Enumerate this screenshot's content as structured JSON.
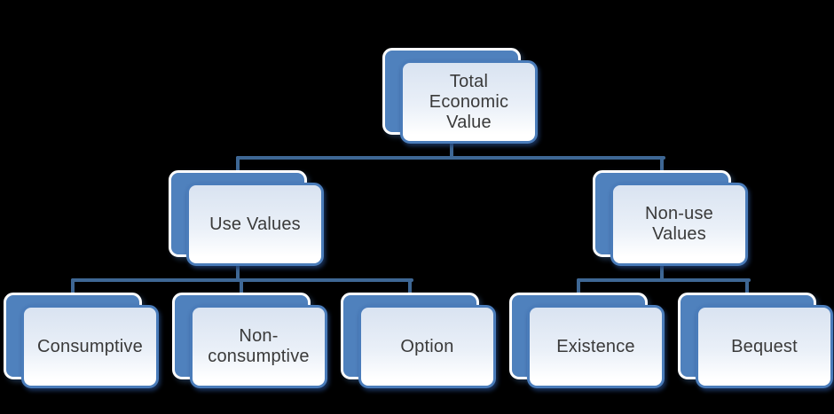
{
  "diagram": {
    "type": "hierarchy",
    "background": "#000000",
    "colors": {
      "node_back_fill": "#4f81bd",
      "node_back_border": "#ffffff",
      "node_front_border": "#4a7cba",
      "node_front_fill_top": "#d9e3f1",
      "node_front_fill_mid": "#eaf0f8",
      "node_front_fill_bottom": "#ffffff",
      "connector": "#3e6794",
      "text": "#3a3a3a"
    },
    "nodes": {
      "total_economic_value": {
        "label": "Total Economic Value",
        "lines": [
          "Total",
          "Economic",
          "Value"
        ]
      },
      "use_values": {
        "label": "Use Values",
        "lines": [
          "Use Values"
        ]
      },
      "non_use_values": {
        "label": "Non-use Values",
        "lines": [
          "Non-use",
          "Values"
        ]
      },
      "consumptive": {
        "label": "Consumptive",
        "lines": [
          "Consumptive"
        ]
      },
      "non_consumptive": {
        "label": "Non-consumptive",
        "lines": [
          "Non-",
          "consumptive"
        ]
      },
      "option": {
        "label": "Option",
        "lines": [
          "Option"
        ]
      },
      "existence": {
        "label": "Existence",
        "lines": [
          "Existence"
        ]
      },
      "bequest": {
        "label": "Bequest",
        "lines": [
          "Bequest"
        ]
      }
    },
    "edges": [
      {
        "from": "total_economic_value",
        "to": "use_values"
      },
      {
        "from": "total_economic_value",
        "to": "non_use_values"
      },
      {
        "from": "use_values",
        "to": "consumptive"
      },
      {
        "from": "use_values",
        "to": "non_consumptive"
      },
      {
        "from": "use_values",
        "to": "option"
      },
      {
        "from": "non_use_values",
        "to": "existence"
      },
      {
        "from": "non_use_values",
        "to": "bequest"
      }
    ]
  }
}
